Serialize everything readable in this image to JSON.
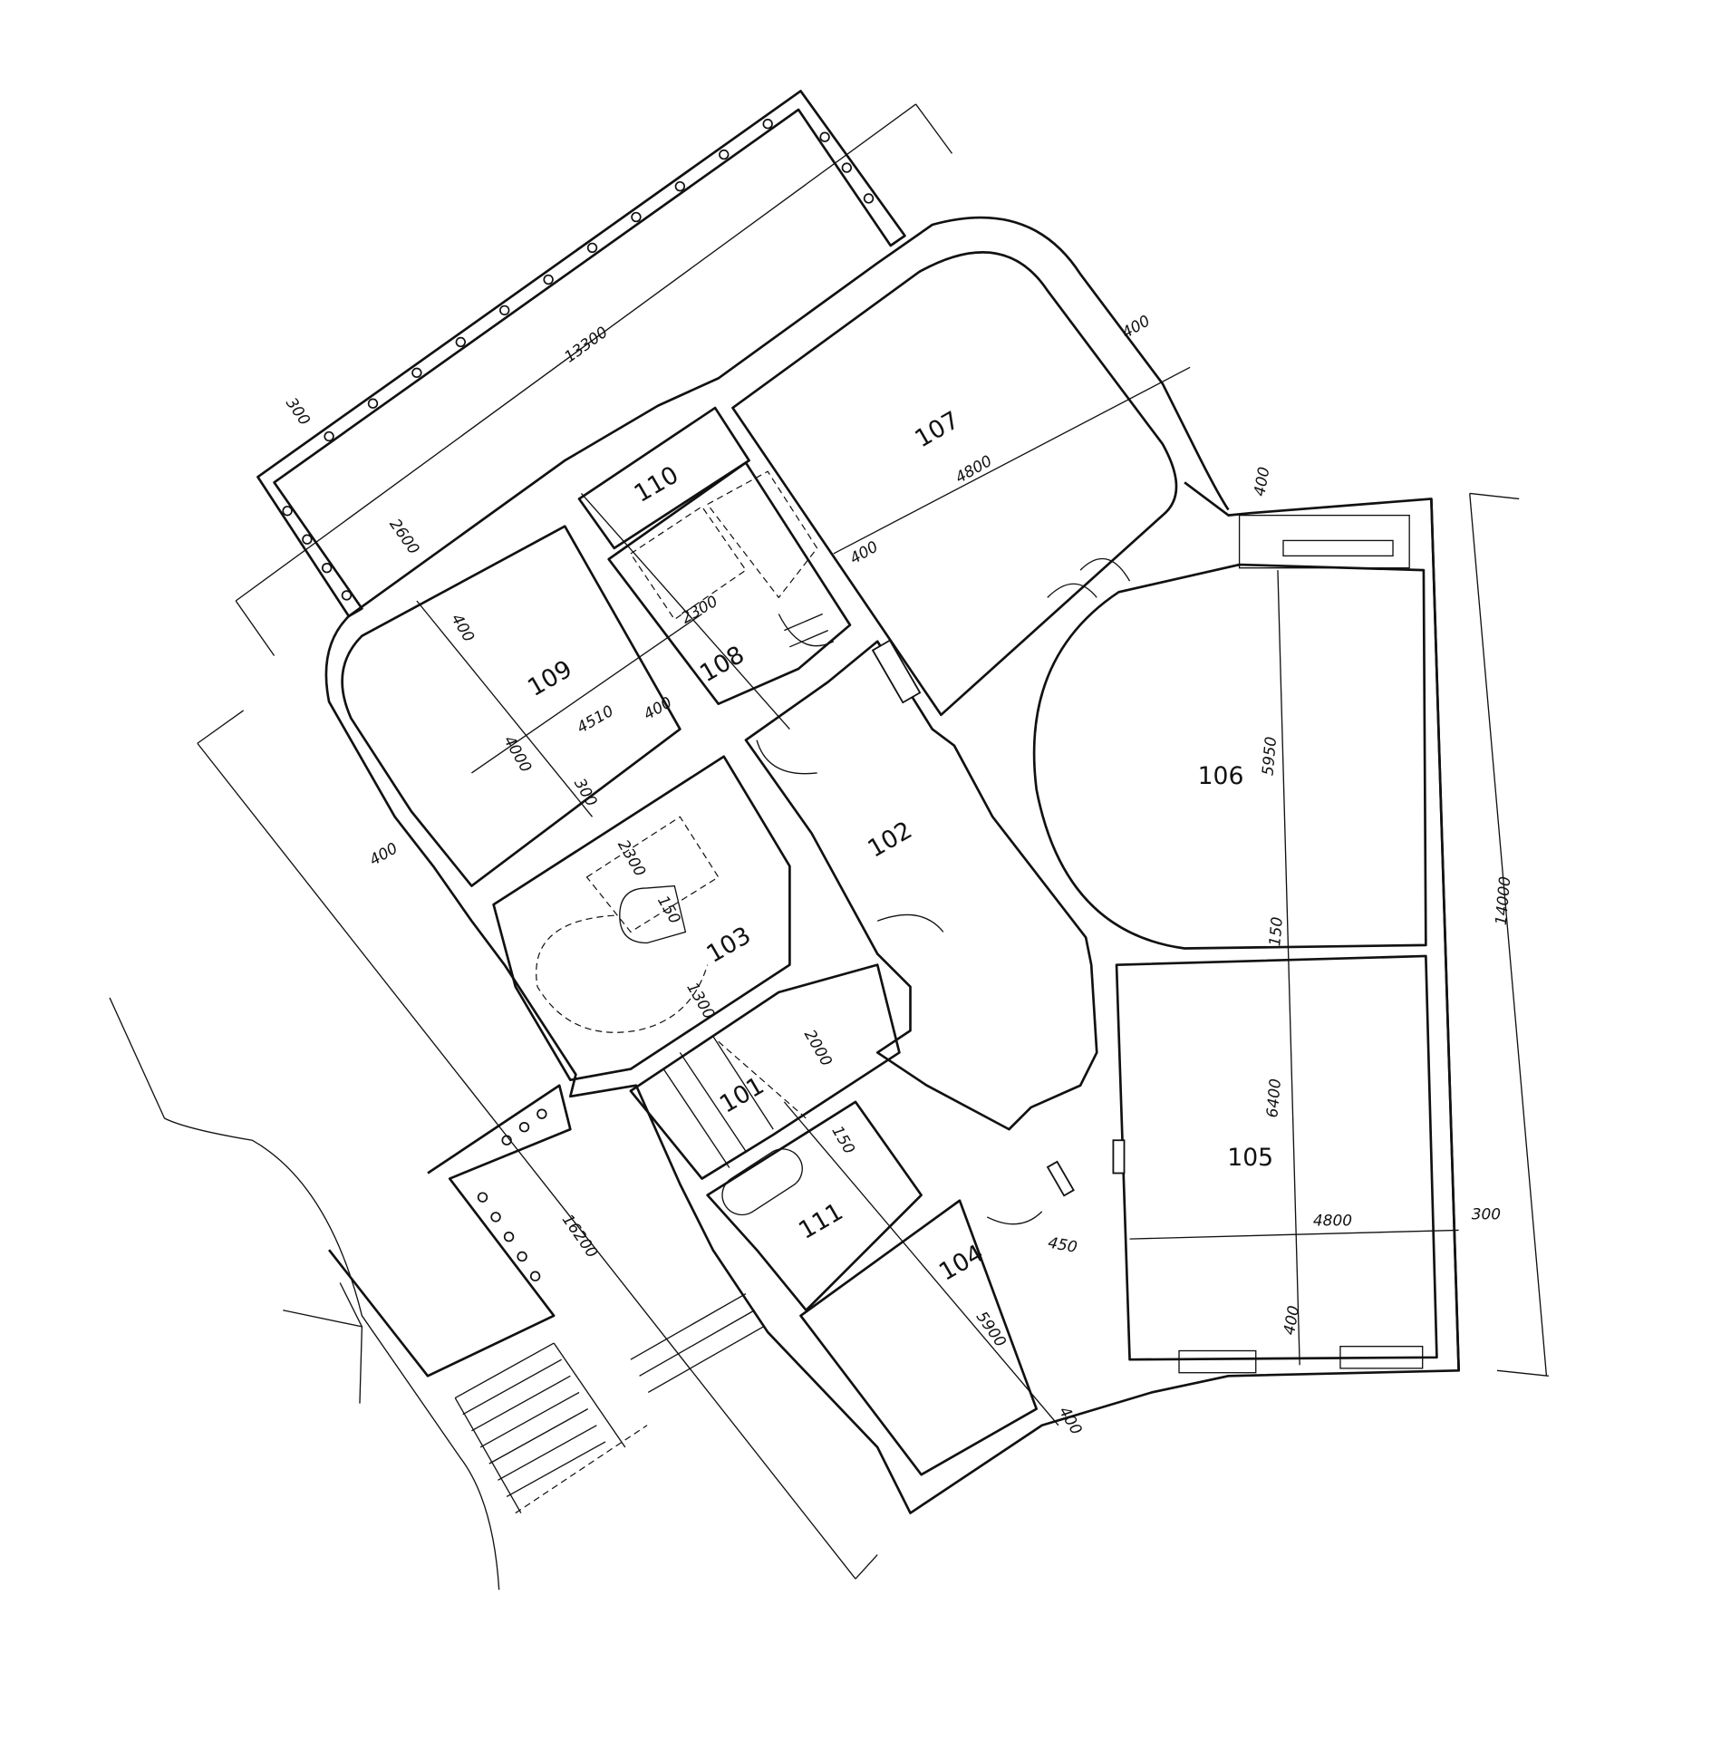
{
  "plan": {
    "rooms": {
      "r101": "101",
      "r102": "102",
      "r103": "103",
      "r104": "104",
      "r105": "105",
      "r106": "106",
      "r107": "107",
      "r108": "108",
      "r109": "109",
      "r110": "110",
      "r111": "111"
    },
    "dimensions": {
      "overall_top": "13300",
      "overall_left": "16200",
      "overall_right": "14000",
      "terrace_offset": "300",
      "terrace_depth": "2600",
      "r107_width": "4800",
      "r107_wall": "400",
      "r107_wall_right": "400",
      "r106_top_wall": "400",
      "r106_length": "5950",
      "r106_105_wall": "150",
      "r105_length": "6400",
      "r105_width": "4800",
      "r105_outer_wall": "300",
      "r105_bottom_wall": "400",
      "r105_left_wall": "450",
      "r104_length": "5900",
      "r104_wall": "400",
      "r109_width": "4510",
      "r109_depth": "4000",
      "r109_wall_top": "400",
      "r109_wall_right": "400",
      "r109_wall_left": "400",
      "r109_wall_bottom": "300",
      "stair_108": "2300",
      "stair_103": "2300",
      "stair_run": "1300",
      "stair_landing": "150",
      "corridor_101": "2000",
      "corridor_101_wall": "150"
    }
  }
}
